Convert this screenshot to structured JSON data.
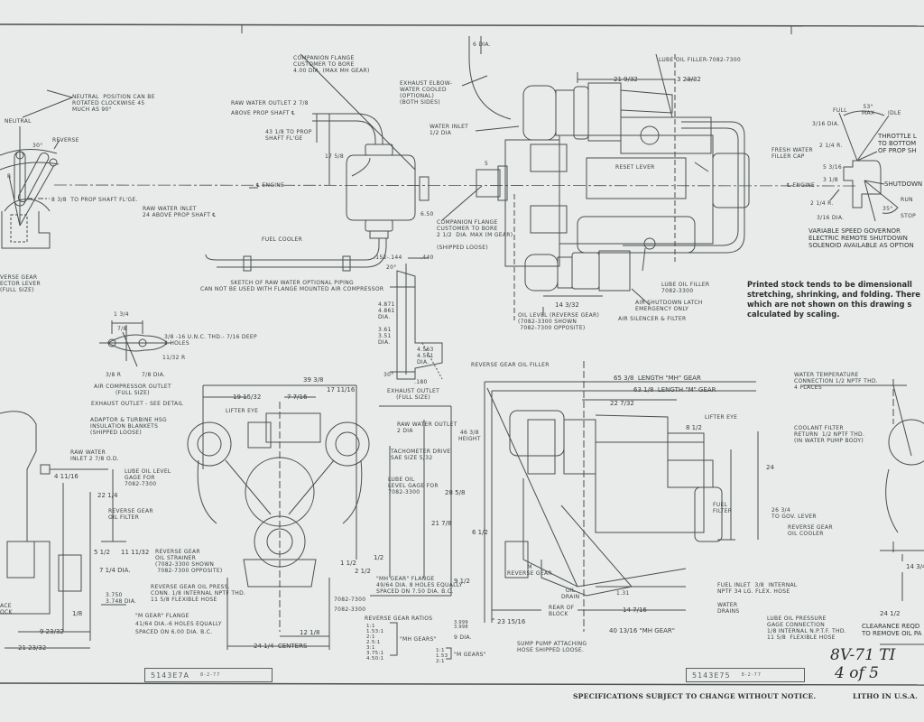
{
  "drawing": {
    "model_handwritten": "8V-71 TI",
    "sheet_handwritten": "4 of 5",
    "footer_left": "SPECIFICATIONS SUBJECT TO CHANGE WITHOUT NOTICE.",
    "footer_right": "LITHO IN U.S.A.",
    "notice": [
      "Printed stock tends to be dimensionall",
      "stretching, shrinking, and folding. There",
      "which are not shown on this drawing s",
      "calculated by scaling."
    ],
    "title_blocks": [
      "5143E7A",
      "5143E75"
    ],
    "title_block_dates": [
      "8-2-77",
      "8-2-77"
    ]
  },
  "lever_view": {
    "neutral_note": [
      "NEUTRAL  POSITION CAN BE",
      "ROTATED CLOCKWISE 45",
      "MUCH AS 90°"
    ],
    "neutral": "NEUTRAL",
    "reverse": "REVERSE",
    "angle": "30°",
    "radius": "R",
    "to_prop": "8 3/8  TO PROP SHAFT FL'GE.",
    "caption": [
      "VERSE GEAR",
      "ECTOR LEVER",
      "(FULL SIZE)"
    ]
  },
  "piping_sketch": {
    "companion_flange": [
      "COMPANION FLANGE",
      "CUSTOMER TO BORE",
      "4.00 DIA. (MAX MH GEAR)"
    ],
    "raw_water_outlet": [
      "RAW WATER OUTLET 2 7/8",
      "ABOVE PROP SHAFT ℄"
    ],
    "to_prop": [
      "43 1/8 TO PROP",
      "SHAFT FL'GE"
    ],
    "height": "17 5/8",
    "engine_cl": "℄ ENGINE",
    "raw_water_inlet": [
      "RAW WATER INLET",
      "24 ABOVE PROP SHAFT ℄"
    ],
    "fuel_cooler": "FUEL COOLER",
    "caption": [
      "SKETCH OF RAW WATER OPTIONAL PIPING",
      "CAN NOT BE USED WITH FLANGE MOUNTED AIR COMPRESSOR"
    ],
    "dim_650": "6.50"
  },
  "top_view": {
    "dia6": "6 DIA.",
    "exhaust_elbow": [
      "EXHAUST ELBOW-",
      "WATER COOLED",
      "(OPTIONAL)",
      "(BOTH SIDES)"
    ],
    "water_inlet": [
      "WATER INLET",
      "1/2 DIA"
    ],
    "dim_21": "21 9/32",
    "dim_3": "3 23/32",
    "lube_oil_filler_top": "LUBE OIL FILLER-7082-7300",
    "dim_5": "5",
    "companion_flange2": [
      "COMPANION FLANGE",
      "CUSTOMER TO BORE",
      "2 1/2  DIA. MAX (M GEAR)",
      "",
      "(SHIPPED LOOSE)"
    ],
    "reset_lever": "RESET LEVER",
    "fresh_water": [
      "FRESH WATER",
      "FILLER CAP"
    ],
    "engine_cl": "℄ ENGINE",
    "lube_oil_filler": [
      "LUBE OIL FILLER",
      "7082-3300"
    ],
    "air_shutdown": [
      "AIR SHUTDOWN LATCH",
      "EMERGENCY ONLY"
    ],
    "air_silencer": "AIR SILENCER & FILTER",
    "dim_14": "14 3/32",
    "oil_level": [
      "OIL LEVEL (REVERSE GEAR)",
      "(7082-3300 SHOWN",
      " 7082-7300 OPPOSITE)"
    ]
  },
  "governor": {
    "full": "FULL",
    "max": "53°\nMAX",
    "idle": "IDLE",
    "dia1": "3/16 DIA.",
    "r1": "2 1/4 R.",
    "throttle": [
      "THROTTLE L",
      "TO BOTTOM",
      "OF PROP SH"
    ],
    "shutdown": "SHUTDOWN",
    "d5": "5 3/16",
    "d3": "3 1/8",
    "run": "RUN",
    "r2": "2 1/4 R.",
    "angle": "35°",
    "stop": "STOP",
    "dia2": "3/16 DIA.",
    "caption": [
      "VARIABLE SPEED GOVERNOR",
      "ELECTRIC REMOTE SHUTDOWN",
      "SOLENOID AVAILABLE AS OPTION"
    ]
  },
  "flange_detail": {
    "d1": "1 3/4",
    "d2": "7/8",
    "holes": [
      "3/8 -16 U.N.C. THD.- 7/16 DEEP",
      "2 HOLES"
    ],
    "r1": "11/32 R",
    "r2": "3/8 R",
    "dia": "7/8 DIA.",
    "caption": [
      "AIR COMPRESSOR OUTLET",
      "(FULL SIZE)"
    ]
  },
  "exhaust_detail": {
    "d1": ".152-.144",
    "d2": ".440",
    "d3": "20°",
    "d4": [
      "4.871",
      "4.861",
      "DIA."
    ],
    "d5": [
      "3.61",
      "3.51",
      "DIA."
    ],
    "d6": [
      "4.563",
      "4.561",
      "DIA."
    ],
    "d7": "30°",
    "d8": ".180",
    "caption": [
      "EXHAUST OUTLET",
      "(FULL SIZE)"
    ]
  },
  "front_view": {
    "exhaust_see_detail": "EXHAUST OUTLET - SEE DETAIL",
    "adaptor": [
      "ADAPTOR & TURBINE HSG",
      "INSULATION BLANKETS",
      "(SHIPPED LOOSE)"
    ],
    "lifter_eye": "LIFTER EYE",
    "dim_39": "39 3/8",
    "dim_19": "19 15/32",
    "dim_7": "7 7/16",
    "dim_17": "17 11/16",
    "raw_water_outlet": [
      "RAW WATER OUTLET",
      "2 DIA"
    ],
    "tach": [
      "TACHOMETER DRIVE",
      "SAE SIZE 5/32"
    ],
    "lube_oil_gage": [
      "LUBE OIL",
      "LEVEL GAGE FOR",
      "7082-3300"
    ],
    "height": [
      "46 3/8",
      "HEIGHT"
    ],
    "dim_28": "28 5/8",
    "dim_21": "21 7/8",
    "dim_6": "6 1/2",
    "raw_water_inlet": [
      "RAW WATER",
      "INLET 2 7/8 O.D."
    ],
    "lube_oil_level": [
      "LUBE OIL LEVEL",
      "GAGE FOR",
      "7082-7300"
    ],
    "dim_4": "4 11/16",
    "dim_22": "22 1/4",
    "reverse_filter": [
      "REVERSE GEAR",
      "OIL FILTER"
    ],
    "dim_5": "5 1/2",
    "dim_11": "11 11/32",
    "dim_7dia": "7 1/4 DIA.",
    "dim_3750": [
      "3.750",
      "3.748 DIA."
    ],
    "dim_1": "1/8",
    "dim_9": "9 23/32",
    "dim_21b": "21 23/32",
    "ace": [
      "ACE",
      "OCK"
    ],
    "strainer": [
      "REVERSE GEAR",
      "OIL STRAINER",
      "(7082-3300 SHOWN",
      " 7082-7300 OPPOSITE)"
    ],
    "press": [
      "REVERSE GEAR OIL PRESS.",
      "CONN. 1/8 INTERNAL NPTF THD.",
      "11 5/8 FLEXIBLE HOSE"
    ],
    "m_flange": [
      "\"M GEAR\" FLANGE",
      "41/64 DIA.-6 HOLES EQUALLY",
      "SPACED ON 6.00 DIA. B.C."
    ],
    "dim_112": "1 1/2",
    "dim_212": "2 1/2",
    "dim_12": "1/2",
    "mh_flange": [
      "\"MH GEAR\" FLANGE",
      "49/64 DIA. 8 HOLES EQUALLY",
      "SPACED ON 7.50 DIA. B.C."
    ],
    "dim_912": "9 1/2",
    "p7300": "7082-7300",
    "p3300": "7082-3300",
    "ratios_title": "REVERSE GEAR RATIOS",
    "mh_ratios": [
      "1:1",
      "1.53:1",
      "2:1",
      "2.5:1",
      "3:1",
      "3.75:1",
      "4.50:1"
    ],
    "mh_label": "\"MH GEARS\"",
    "m_ratios": [
      "1:1",
      "1.53",
      "2:1"
    ],
    "m_label": "\"M GEARS\"",
    "dim_1218": "12 1/8",
    "centers": "24 1/4  CENTERS",
    "dia9": "9 DIA.",
    "dia_small": [
      "3.999",
      "3.998"
    ]
  },
  "side_view": {
    "reverse_filler": "REVERSE GEAR OIL FILLER",
    "len_mh": "65 3/8  LENGTH \"MH\" GEAR",
    "len_m": "63 1/8  LENGTH \"M\" GEAR",
    "dim_22": "22 7/32",
    "lifter_eye": "LIFTER EYE",
    "dim_8": "8 1/2",
    "water_temp": [
      "WATER TEMPERATURE",
      "CONNECTION 1/2 NPTF THD.",
      "4 PLACES"
    ],
    "coolant": [
      "COOLANT FILTER",
      "RETURN  1/2 NPTF THD.",
      "(IN WATER PUMP BODY)"
    ],
    "dim_24": "24",
    "fuel_filter": [
      "FUEL",
      "FILTER"
    ],
    "dim_26": [
      "26 3/4",
      "TO GOV. LEVER"
    ],
    "oil_cooler": [
      "REVERSE GEAR",
      "OIL COOLER"
    ],
    "m_reverse": [
      "M",
      "REVERSE GEAR"
    ],
    "fuel_inlet": [
      "FUEL INLET  3/8  INTERNAL",
      "NPTF 34 LG. FLEX. HOSE"
    ],
    "oil_drain": [
      "OIL",
      "DRAIN"
    ],
    "water_drains": [
      "WATER",
      "DRAINS"
    ],
    "rear_block": [
      "REAR OF",
      "BLOCK"
    ],
    "dim_23": "23 15/16",
    "dim_14": "14 7/16",
    "dim_40": "40 13/16 \"MH GEAR\"",
    "dim_131": "1.31",
    "sump": [
      "SUMP PUMP ATTACHING",
      "HOSE SHIPPED LOOSE."
    ],
    "lube_press": [
      "LUBE OIL PRESSURE",
      "GAGE CONNECTION",
      "1/8 INTERNAL N.P.T.F. THD.",
      "11 5/8  FLEXIBLE HOSE"
    ],
    "dim_1434": "14 3/4",
    "dim_2412": "24 1/2",
    "clearance": [
      "CLEARANCE REQD",
      "TO REMOVE OIL PA"
    ]
  }
}
